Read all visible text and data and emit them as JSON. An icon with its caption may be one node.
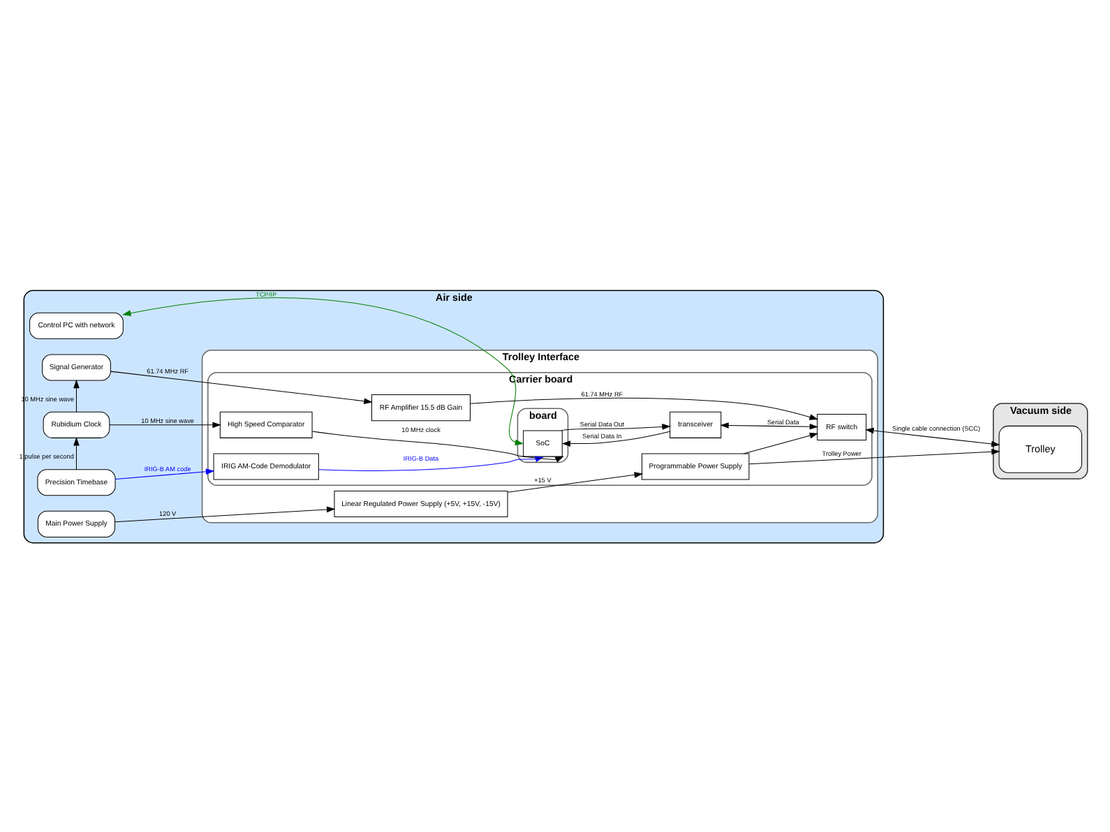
{
  "diagram": {
    "nodes": [
      {
        "text": [
          "Air side"
        ]
      },
      {
        "text": [
          "Control PC with network"
        ],
        "in": 0
      },
      {
        "text": [
          "Precision Timebase"
        ],
        "in": 0
      },
      {
        "text": [
          "Rubidium Clock"
        ],
        "in": 0
      },
      {
        "text": [
          "Signal Generator"
        ],
        "in": 0
      },
      {
        "text": [
          "Main Power Supply"
        ],
        "in": 0
      },
      {
        "text": [
          "Trolley Interface"
        ],
        "in": 0
      },
      {
        "text": [
          "Carrier board"
        ],
        "in": 6
      },
      {
        "text": [
          "board"
        ],
        "in": 7
      },
      {
        "text": [
          "SoC"
        ],
        "in": 8
      },
      {
        "text": [
          "transceiver"
        ],
        "in": 7
      },
      {
        "text": [
          "IRIG AM-Code Demodulator"
        ],
        "in": 7
      },
      {
        "text": [
          "High Speed Comparator"
        ],
        "in": 7
      },
      {
        "text": [
          "RF switch"
        ],
        "in": 7
      },
      {
        "text": [
          "RF Amplifier 15.5 dB Gain"
        ],
        "in": 7
      },
      {
        "text": [
          "Programmable Power Supply"
        ],
        "in": 7
      },
      {
        "text": [
          "Linear Regulated Power Supply (+5V, +15V, -15V)"
        ],
        "in": 6
      },
      {
        "text": [
          "Vacuum side"
        ]
      },
      {
        "text": [
          "Trolley"
        ],
        "in": 17
      }
    ],
    "edges": [
      {
        "from": 1,
        "to": 9,
        "arrow": "both",
        "label": "TCP/IP",
        "color": "#007f00"
      },
      {
        "from": 2,
        "to": 11,
        "arrow": "to",
        "label": "IRIG-B AM code",
        "color": "#0000ff"
      },
      {
        "from": 11,
        "to": 9,
        "arrow": "to",
        "label": "IRIG-B Data",
        "color": "#0000ff"
      },
      {
        "from": 2,
        "to": 3,
        "arrow": "to",
        "label": "1 pulse per second"
      },
      {
        "from": 3,
        "to": 12,
        "arrow": "to",
        "label": "10 MHz sine wave"
      },
      {
        "from": 3,
        "to": 4,
        "arrow": "to",
        "label": "10 MHz sine wave"
      },
      {
        "from": 4,
        "to": 14,
        "arrow": "to",
        "label": "61.74 MHz RF"
      },
      {
        "from": 5,
        "to": 16,
        "arrow": "to",
        "label": "120 V"
      },
      {
        "from": 9,
        "to": 10,
        "arrow": "to",
        "label": "Serial Data Out"
      },
      {
        "from": 10,
        "to": 9,
        "arrow": "to",
        "label": "Serial Data In"
      },
      {
        "from": 12,
        "to": 9,
        "arrow": "to",
        "label": "10 MHz clock"
      },
      {
        "from": 10,
        "to": 13,
        "arrow": "both",
        "label": "Serial Data"
      },
      {
        "from": 14,
        "to": 13,
        "arrow": "to",
        "label": "61.74 MHz RF"
      },
      {
        "from": 16,
        "to": 15,
        "arrow": "to",
        "label": "+15 V"
      },
      {
        "from": 13,
        "to": 18,
        "arrow": "both",
        "label": "Single cable connection (SCC)"
      },
      {
        "from": 15,
        "to": 18,
        "arrow": "to",
        "label": "Trolley Power"
      },
      {
        "from": 15,
        "to": 13,
        "arrow": "to"
      }
    ]
  }
}
